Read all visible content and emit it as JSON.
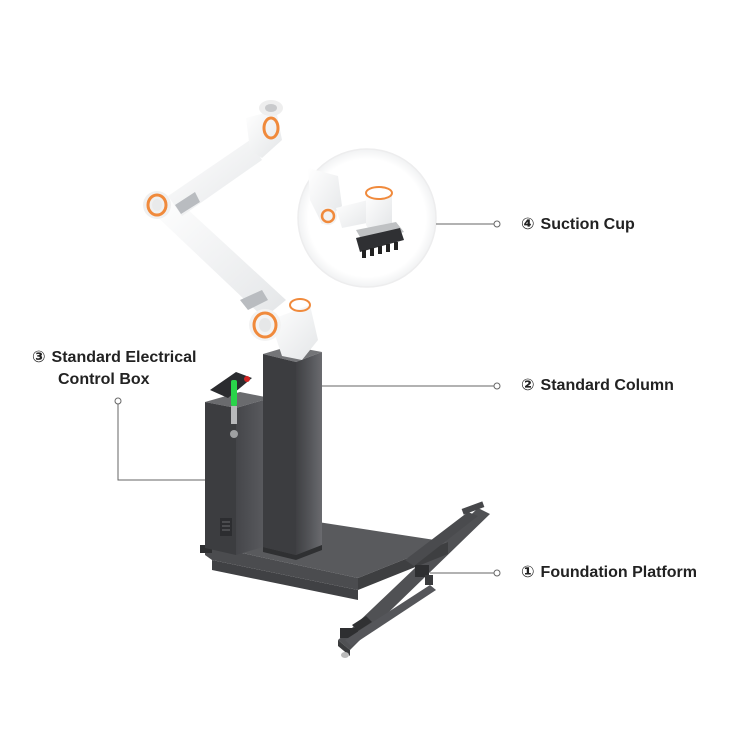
{
  "callouts": [
    {
      "number": "④",
      "label": "Suction Cup"
    },
    {
      "number": "②",
      "label": "Standard Column"
    },
    {
      "number": "③",
      "label": "Standard Electrical",
      "label_line2": "Control Box"
    },
    {
      "number": "①",
      "label": "Foundation Platform"
    }
  ],
  "colors": {
    "arm": "#f7f7f7",
    "joint_accent": "#f08a3c",
    "joint_gray": "#b9bcc0",
    "metal_dark": "#4a4b4e",
    "metal_mid": "#5c5d60",
    "metal_light": "#6f7073",
    "indicator_green": "#29d44a",
    "estop_red": "#d12424",
    "leader_line": "#666666"
  }
}
